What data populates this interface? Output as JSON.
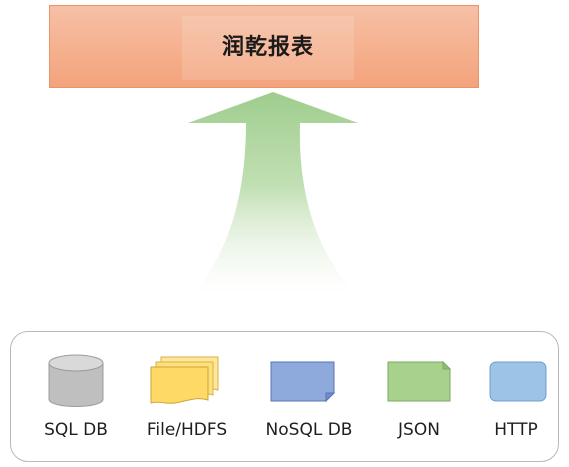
{
  "diagram": {
    "title": "润乾报表",
    "sources": [
      {
        "label": "SQL DB",
        "icon": "database-icon"
      },
      {
        "label": "File/HDFS",
        "icon": "file-stack-icon"
      },
      {
        "label": "NoSQL DB",
        "icon": "nosql-card-icon"
      },
      {
        "label": "JSON",
        "icon": "json-card-icon"
      },
      {
        "label": "HTTP",
        "icon": "http-card-icon"
      }
    ],
    "colors": {
      "report_top": "#f6c0a5",
      "report_bottom": "#f4a37c",
      "report_border": "#e8956a",
      "arrow_green": "#9fcd8d",
      "database_gray": "#bfbfbf",
      "file_yellow": "#ffd966",
      "nosql_blue": "#8ea9db",
      "json_green": "#a9d18e",
      "http_blue": "#9dc3e6"
    }
  }
}
